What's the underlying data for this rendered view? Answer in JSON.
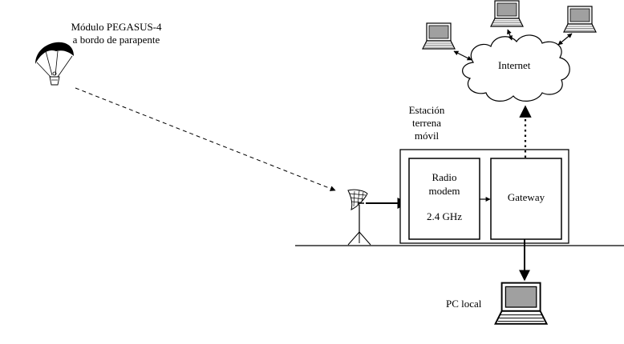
{
  "module": {
    "line1": "Módulo PEGASUS-4",
    "line2": "a bordo de parapente"
  },
  "cloud": {
    "label": "Internet"
  },
  "station": {
    "line1": "Estación",
    "line2": "terrena",
    "line3": "móvil"
  },
  "radio": {
    "line1": "Radio",
    "line2": "modem",
    "freq": "2.4 GHz"
  },
  "gateway": {
    "label": "Gateway"
  },
  "pc_local": {
    "label": "PC local"
  },
  "icons": [
    "parachute-icon",
    "antenna-icon",
    "laptop-icon",
    "cloud-icon"
  ],
  "colors": {
    "stroke": "#000000",
    "background": "#ffffff",
    "screen": "#a0a0a0"
  }
}
